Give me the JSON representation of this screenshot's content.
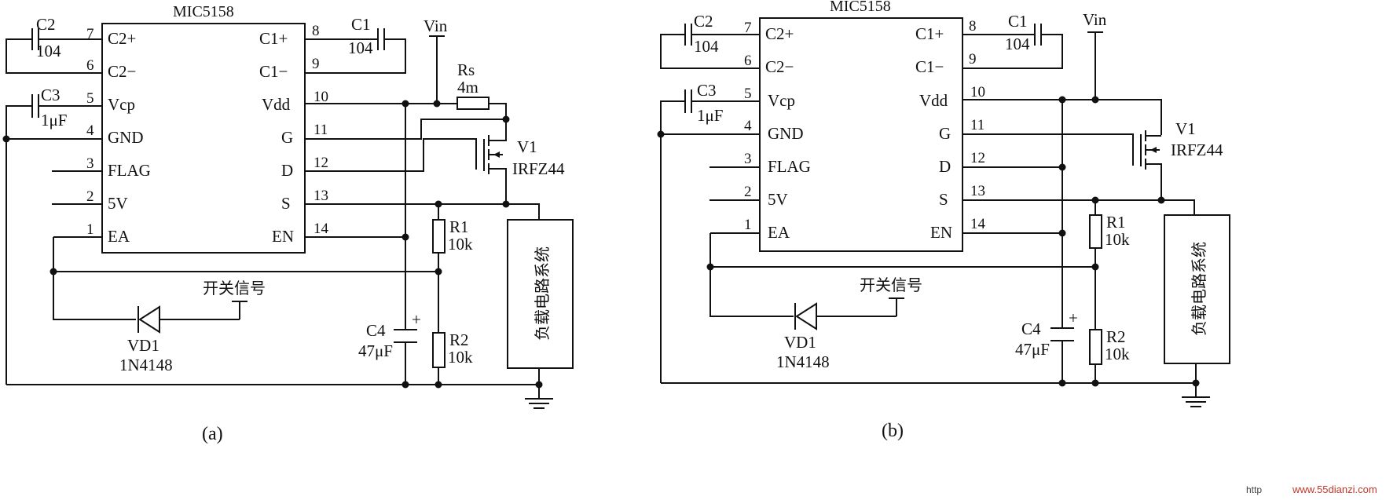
{
  "panel_a": {
    "ic_name": "MIC5158",
    "caption": "(a)",
    "pins_left": [
      {
        "num": "7",
        "name": "C2+"
      },
      {
        "num": "6",
        "name": "C2−"
      },
      {
        "num": "5",
        "name": "Vcp"
      },
      {
        "num": "4",
        "name": "GND"
      },
      {
        "num": "3",
        "name": "FLAG"
      },
      {
        "num": "2",
        "name": "5V"
      },
      {
        "num": "1",
        "name": "EA"
      }
    ],
    "pins_right": [
      {
        "num": "8",
        "name": "C1+"
      },
      {
        "num": "9",
        "name": "C1−"
      },
      {
        "num": "10",
        "name": "Vdd"
      },
      {
        "num": "11",
        "name": "G"
      },
      {
        "num": "12",
        "name": "D"
      },
      {
        "num": "13",
        "name": "S"
      },
      {
        "num": "14",
        "name": "EN"
      }
    ],
    "c2": {
      "ref": "C2",
      "value": "104"
    },
    "c3": {
      "ref": "C3",
      "value": "1μF"
    },
    "c1": {
      "ref": "C1",
      "value": "104"
    },
    "vin": "Vin",
    "rs": {
      "ref": "Rs",
      "value": "4m"
    },
    "mosfet": {
      "ref": "V1",
      "part": "IRFZ44"
    },
    "r1": {
      "ref": "R1",
      "value": "10k"
    },
    "r2": {
      "ref": "R2",
      "value": "10k"
    },
    "c4": {
      "ref": "C4",
      "value": "47μF",
      "polarity": "+"
    },
    "diode": {
      "ref": "VD1",
      "part": "1N4148"
    },
    "switch_signal": "开关信号",
    "load": "负载电路系统"
  },
  "panel_b": {
    "ic_name": "MIC5158",
    "caption": "(b)",
    "pins_left": [
      {
        "num": "7",
        "name": "C2+"
      },
      {
        "num": "6",
        "name": "C2−"
      },
      {
        "num": "5",
        "name": "Vcp"
      },
      {
        "num": "4",
        "name": "GND"
      },
      {
        "num": "3",
        "name": "FLAG"
      },
      {
        "num": "2",
        "name": "5V"
      },
      {
        "num": "1",
        "name": "EA"
      }
    ],
    "pins_right": [
      {
        "num": "8",
        "name": "C1+"
      },
      {
        "num": "9",
        "name": "C1−"
      },
      {
        "num": "10",
        "name": "Vdd"
      },
      {
        "num": "11",
        "name": "G"
      },
      {
        "num": "12",
        "name": "D"
      },
      {
        "num": "13",
        "name": "S"
      },
      {
        "num": "14",
        "name": "EN"
      }
    ],
    "c2": {
      "ref": "C2",
      "value": "104"
    },
    "c3": {
      "ref": "C3",
      "value": "1μF"
    },
    "c1": {
      "ref": "C1",
      "value": "104"
    },
    "vin": "Vin",
    "mosfet": {
      "ref": "V1",
      "part": "IRFZ44"
    },
    "r1": {
      "ref": "R1",
      "value": "10k"
    },
    "r2": {
      "ref": "R2",
      "value": "10k"
    },
    "c4": {
      "ref": "C4",
      "value": "47μF",
      "polarity": "+"
    },
    "diode": {
      "ref": "VD1",
      "part": "1N4148"
    },
    "switch_signal": "开关信号",
    "load": "负载电路系统"
  },
  "watermark": {
    "prefix": "http",
    "site": "www.55dianzi.com"
  }
}
